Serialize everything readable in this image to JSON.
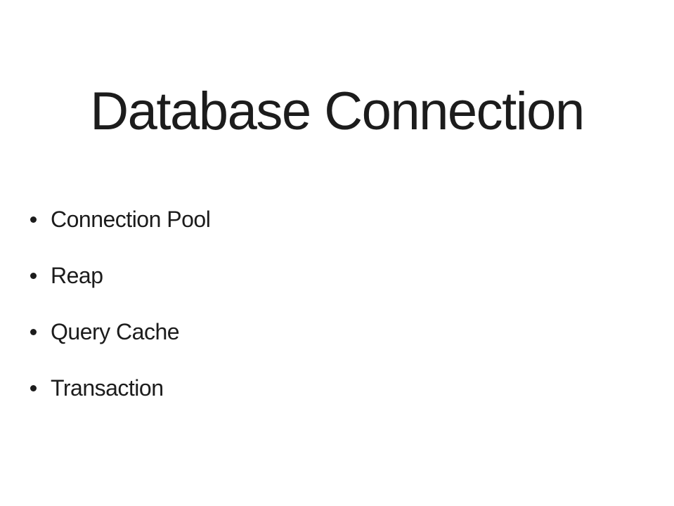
{
  "slide": {
    "title": "Database Connection",
    "bullets": [
      {
        "label": "Connection Pool"
      },
      {
        "label": "Reap"
      },
      {
        "label": "Query Cache"
      },
      {
        "label": "Transaction"
      }
    ],
    "colors": {
      "text": "#1c1c1c",
      "background": "#ffffff"
    }
  }
}
